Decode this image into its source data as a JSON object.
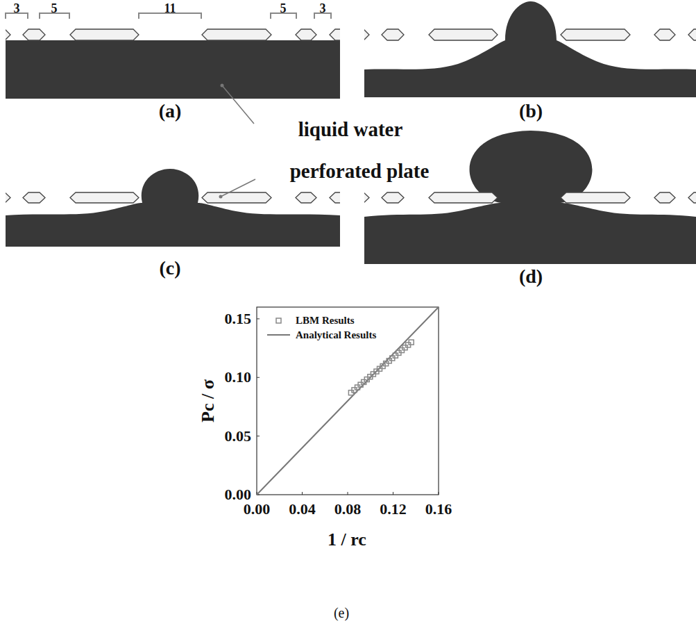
{
  "diagram": {
    "labels": [
      "3",
      "5",
      "11",
      "5",
      "3",
      "(a)",
      "liquid water",
      "(b)",
      "perforated plate",
      "(c)",
      "(d)",
      "0.15",
      "0.10",
      "0.05",
      "0.00",
      "0.00",
      "0.04",
      "0.08",
      "0.12",
      "0.16",
      "Pc / σ",
      "1 / rc",
      "(e)"
    ],
    "legend": [
      {
        "text": "LBM Results"
      },
      {
        "text": "Analytical Results"
      }
    ]
  }
}
